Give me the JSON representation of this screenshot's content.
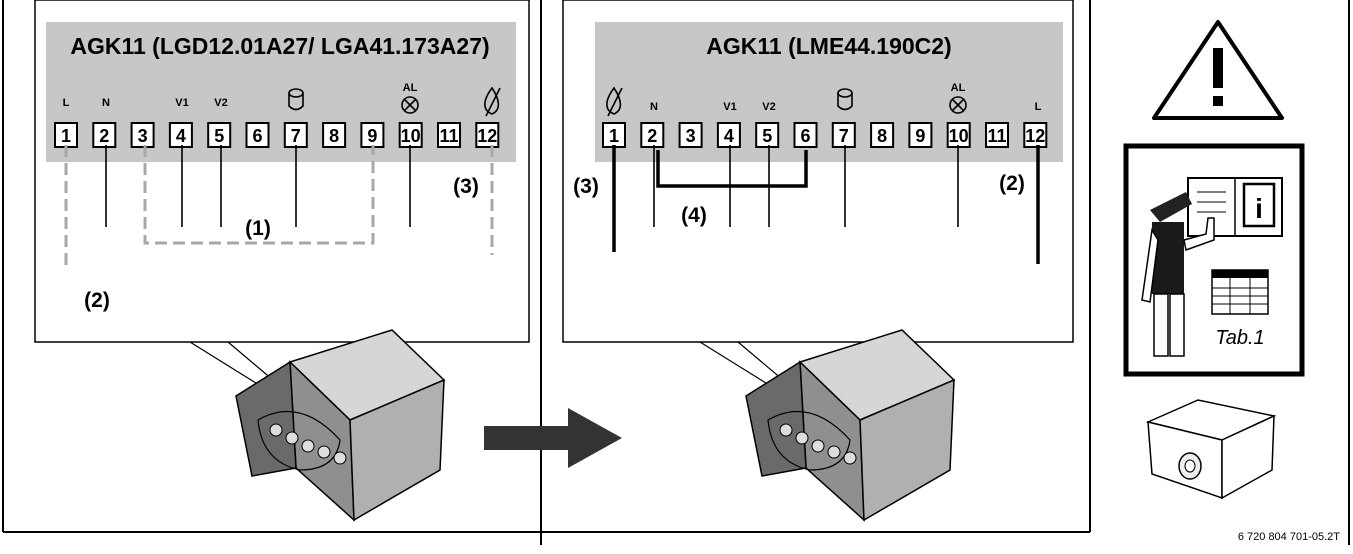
{
  "left_panel": {
    "title": "AGK11 (LGD12.01A27/ LGA41.173A27)",
    "terminals": [
      "1",
      "2",
      "3",
      "4",
      "5",
      "6",
      "7",
      "8",
      "9",
      "10",
      "11",
      "12"
    ],
    "terminal_labels": {
      "t1": "L",
      "t2": "N",
      "t4": "V1",
      "t5": "V2",
      "t10": "AL"
    },
    "callouts": {
      "c1": "(1)",
      "c2": "(2)",
      "c3": "(3)"
    }
  },
  "right_panel": {
    "title": "AGK11 (LME44.190C2)",
    "terminals": [
      "1",
      "2",
      "3",
      "4",
      "5",
      "6",
      "7",
      "8",
      "9",
      "10",
      "11",
      "12"
    ],
    "terminal_labels": {
      "t2": "N",
      "t4": "V1",
      "t5": "V2",
      "t10": "AL",
      "t12": "L"
    },
    "callouts": {
      "c2": "(2)",
      "c3": "(3)",
      "c4": "(4)"
    }
  },
  "sidebar": {
    "tab_label": "Tab.1",
    "icons": [
      "warning-icon",
      "manual-reader-icon",
      "control-box-icon"
    ]
  },
  "reference_code": "6 720 804 701-05.2T",
  "colors": {
    "panel_gray": "#c7c7c7",
    "dashed_gray": "#a8a8a8",
    "line": "#000000"
  }
}
